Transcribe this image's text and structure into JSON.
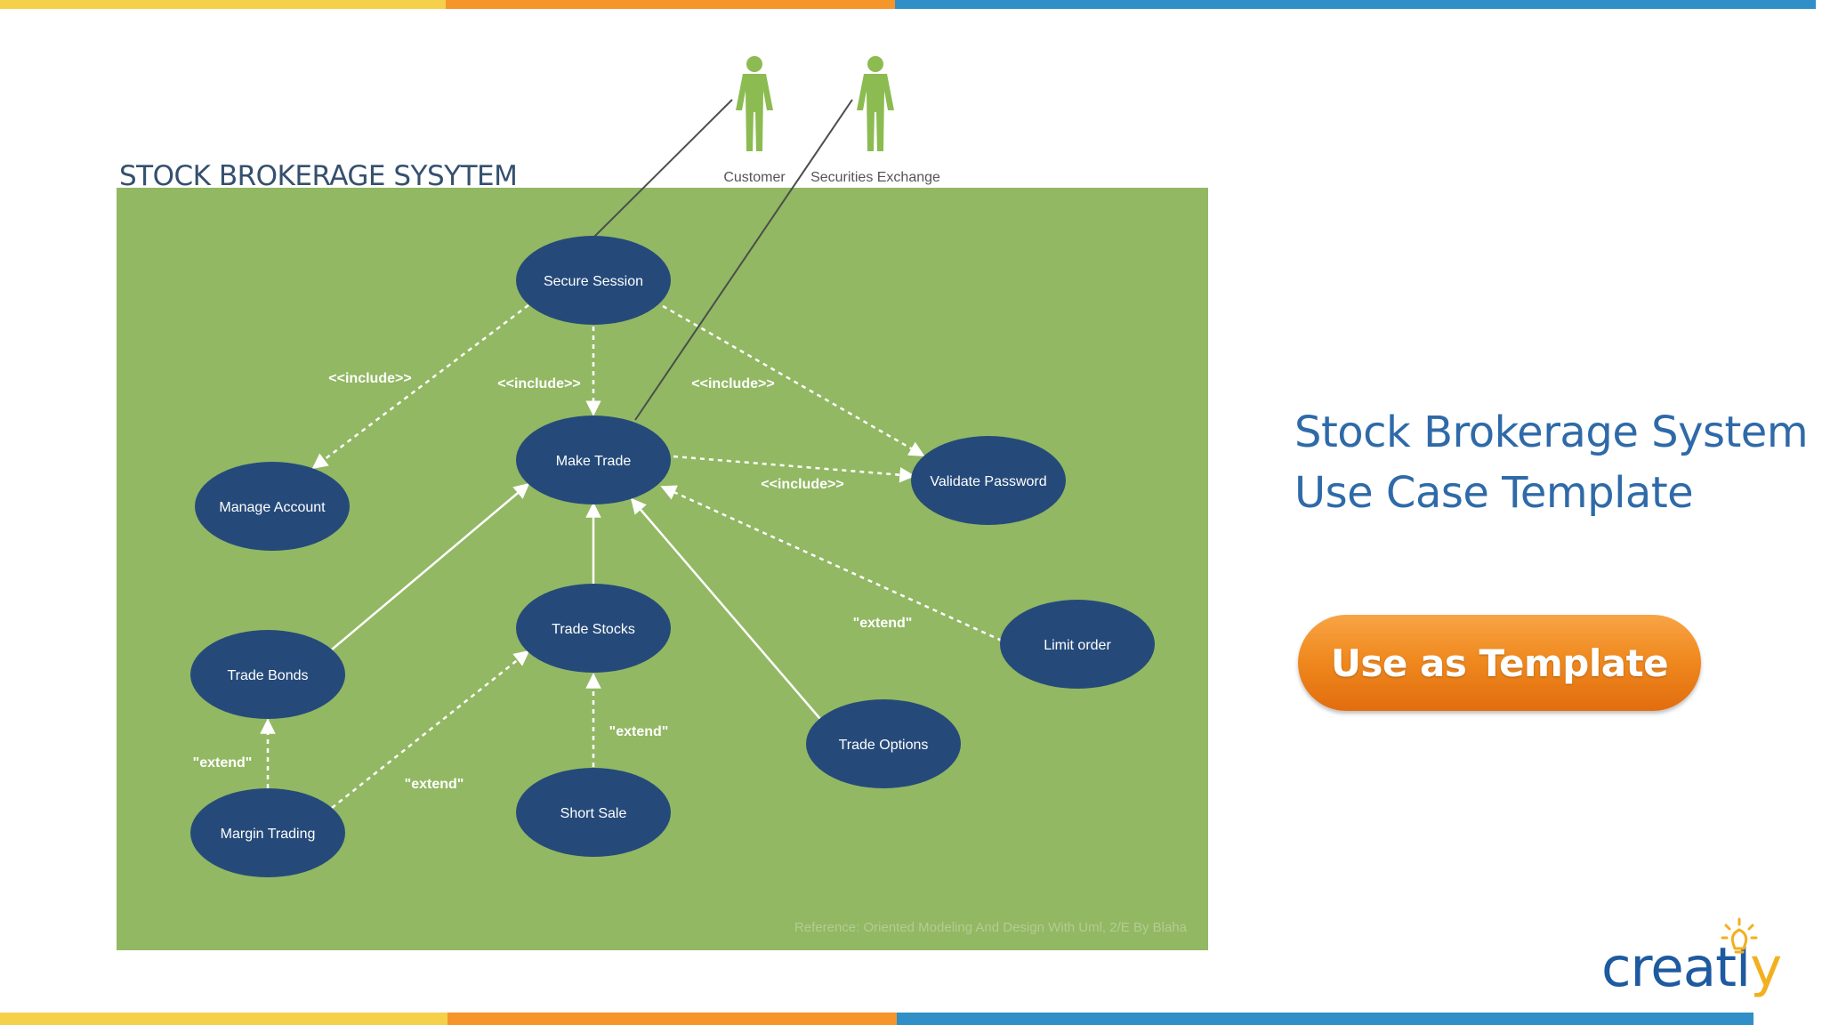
{
  "colors": {
    "yellow": "#f5d04a",
    "orange": "#f5952a",
    "blue": "#2f8fc6",
    "panel": "#92b863",
    "node": "#254a7a",
    "actor": "#8cbb52",
    "heading": "#2f6aa8"
  },
  "diagram": {
    "title": "STOCK BROKERAGE SYSYTEM",
    "actors": [
      {
        "id": "customer",
        "label": "Customer",
        "icon": "person-icon"
      },
      {
        "id": "exchange",
        "label": "Securities Exchange",
        "icon": "person-icon"
      }
    ],
    "use_cases": [
      {
        "id": "secure",
        "label": "Secure Session"
      },
      {
        "id": "make",
        "label": "Make Trade"
      },
      {
        "id": "manage",
        "label": "Manage Account"
      },
      {
        "id": "validate",
        "label": "Validate Password"
      },
      {
        "id": "stocks",
        "label": "Trade Stocks"
      },
      {
        "id": "bonds",
        "label": "Trade Bonds"
      },
      {
        "id": "limit",
        "label": "Limit order"
      },
      {
        "id": "options",
        "label": "Trade Options"
      },
      {
        "id": "short",
        "label": "Short Sale"
      },
      {
        "id": "margin",
        "label": "Margin  Trading"
      }
    ],
    "relations": [
      {
        "from": "customer",
        "to": "secure",
        "type": "association"
      },
      {
        "from": "exchange",
        "to": "make",
        "type": "association"
      },
      {
        "from": "secure",
        "to": "manage",
        "type": "include",
        "label": "<<include>>"
      },
      {
        "from": "secure",
        "to": "make",
        "type": "include",
        "label": "<<include>>"
      },
      {
        "from": "secure",
        "to": "validate",
        "type": "include",
        "label": "<<include>>"
      },
      {
        "from": "make",
        "to": "validate",
        "type": "include",
        "label": "<<include>>"
      },
      {
        "from": "stocks",
        "to": "make",
        "type": "generalization"
      },
      {
        "from": "bonds",
        "to": "make",
        "type": "generalization"
      },
      {
        "from": "options",
        "to": "make",
        "type": "generalization"
      },
      {
        "from": "limit",
        "to": "make",
        "type": "extend",
        "label": "\"extend\""
      },
      {
        "from": "short",
        "to": "stocks",
        "type": "extend",
        "label": "\"extend\""
      },
      {
        "from": "margin",
        "to": "stocks",
        "type": "extend",
        "label": "\"extend\""
      },
      {
        "from": "margin",
        "to": "bonds",
        "type": "extend",
        "label": "\"extend\""
      }
    ],
    "reference": "Reference:  Oriented Modeling And Design With Uml, 2/E  By Blaha"
  },
  "heading": {
    "line1": "Stock Brokerage System",
    "line2": "Use Case Template"
  },
  "cta": {
    "label": "Use as Template"
  },
  "logo": {
    "text_main": "creatl",
    "text_accent": "y",
    "icon": "lightbulb-icon"
  }
}
